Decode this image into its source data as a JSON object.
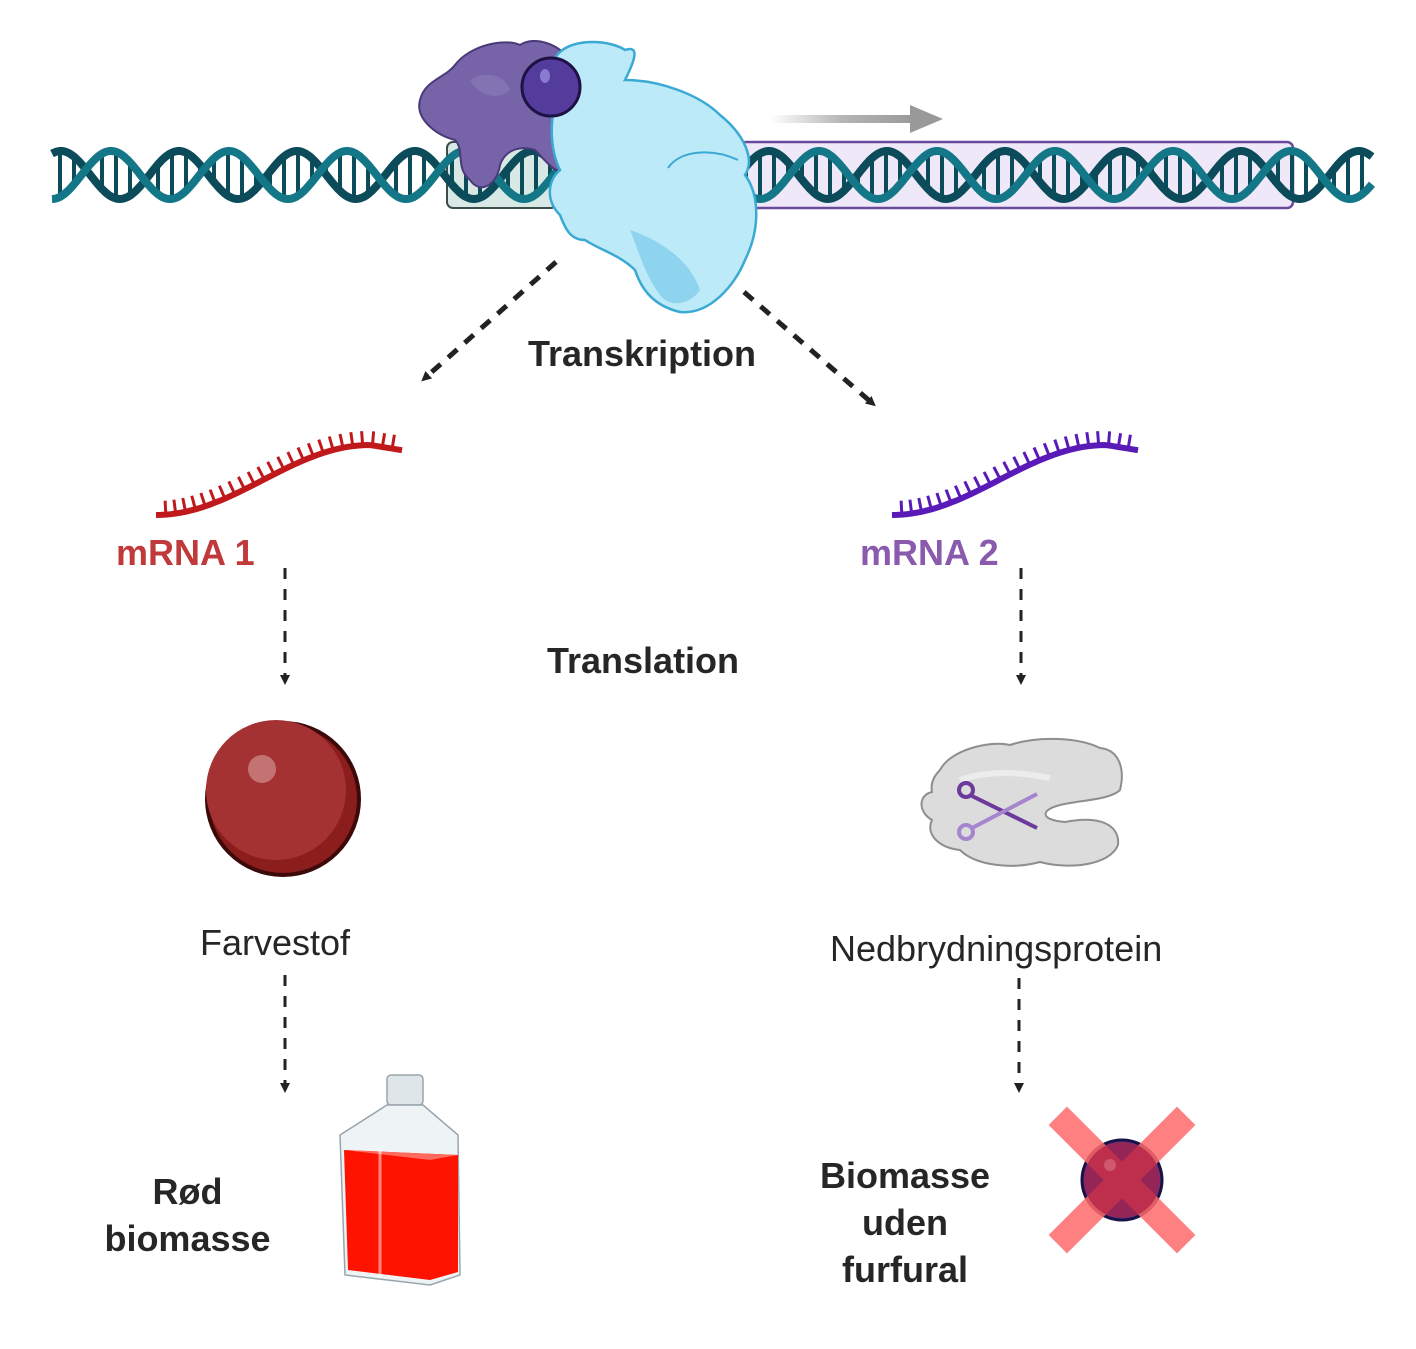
{
  "labels": {
    "transcription": "Transkription",
    "translation": "Translation",
    "mrna1": "mRNA 1",
    "mrna2": "mRNA 2",
    "dye": "Farvestof",
    "degradation_protein": "Nedbrydningsprotein",
    "outcome_left_line1": "Rød",
    "outcome_left_line2": "biomasse",
    "outcome_right_line1": "Biomasse",
    "outcome_right_line2": "uden",
    "outcome_right_line3": "furfural"
  },
  "colors": {
    "dna_light": "#137787",
    "dna_dark": "#0c4b5a",
    "mrna1": "#c0191c",
    "mrna1_label": "#c0393b",
    "mrna2": "#5a1ab8",
    "mrna2_label": "#8a5aad",
    "polymerase": "#bdeaf9",
    "polymerase_edge": "#3aa9d3",
    "tf_protein": "#7663a8",
    "dye_sphere": "#a53232",
    "flask_liquid": "#fe1200",
    "cross": "#ff6b6b",
    "arrow_gray": "#999999",
    "gene_box_fill": "#efe8f8",
    "gene_box_edge": "#6a4a9a",
    "promoter_fill": "#d8e8e4",
    "text": "#262626"
  }
}
